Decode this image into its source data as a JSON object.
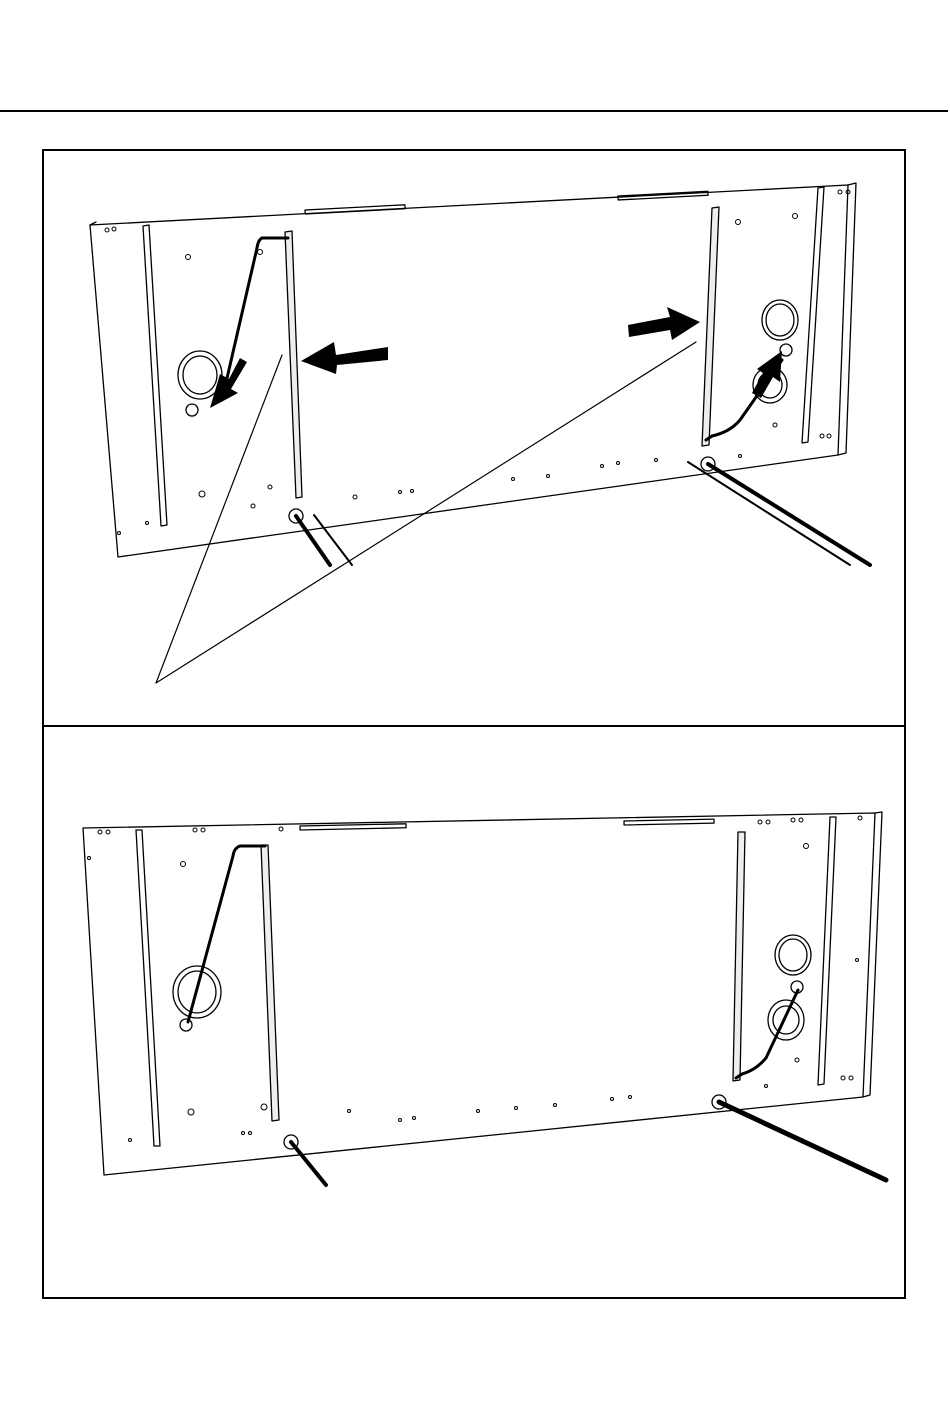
{
  "document": {
    "kind": "assembly-illustration",
    "panels": [
      {
        "id": "step-before",
        "illustration": "panel-rear-with-cables-and-direction-arrows",
        "icons": [
          "arrow-right-icon",
          "arrow-left-icon",
          "arrow-down-left-icon",
          "arrow-up-right-icon"
        ],
        "callout_lines": 2
      },
      {
        "id": "step-after",
        "illustration": "panel-rear-with-cables-routed",
        "icons": []
      }
    ],
    "colors": {
      "line": "#000000",
      "panel_fill": "#ffffff",
      "shade": "#dddddd"
    }
  }
}
